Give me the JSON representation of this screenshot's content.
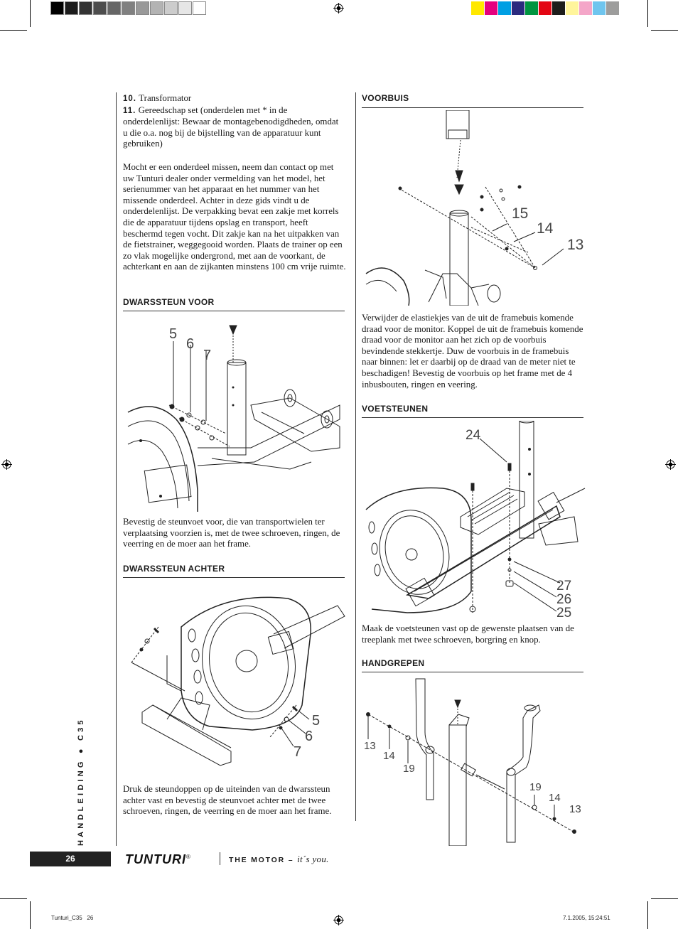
{
  "swatches": {
    "grays": [
      "#000000",
      "#1c1c1c",
      "#333333",
      "#4d4d4d",
      "#666666",
      "#808080",
      "#999999",
      "#b3b3b3",
      "#cccccc",
      "#e6e6e6",
      "#ffffff"
    ],
    "colors": [
      "#ffe800",
      "#e5007e",
      "#009fe3",
      "#2b2a7e",
      "#009540",
      "#e30613",
      "#1d1d1b",
      "#fff59b",
      "#f4a6c8",
      "#6fc5ee",
      "#9d9d9c"
    ]
  },
  "left_column": {
    "item10_num": "10.",
    "item10_text": "Transformator",
    "item11_num": "11.",
    "item11_text": "Gereedschap set (onderdelen met * in de onderdelenlijst: Bewaar de montagebenodigdheden, omdat u die o.a. nog bij de bijstelling van de apparatuur kunt gebruiken)",
    "intro_paragraph": "Mocht er een onderdeel missen, neem dan contact op met uw Tunturi dealer onder vermelding van het model, het serienummer van het apparaat en het nummer van het missende onderdeel. Achter in deze gids vindt u de onderdelenlijst. De verpakking bevat een zakje met korrels die de apparatuur tijdens opslag en transport, heeft beschermd tegen vocht. Dit zakje kan na het uitpakken van de fietstrainer, weggegooid worden. Plaats de trainer op een zo vlak mogelijke ondergrond, met aan de voorkant, de achterkant en aan de zijkanten minstens 100 cm vrije ruimte.",
    "dwarssteun_voor_heading": "DWARSSTEUN VOOR",
    "dwarssteun_voor_labels": [
      "5",
      "6",
      "7"
    ],
    "dwarssteun_voor_text": "Bevestig de steunvoet voor, die van transportwielen ter verplaatsing voorzien is, met de twee schroeven, ringen, de  veerring en de moer aan het frame.",
    "dwarssteun_achter_heading": "DWARSSTEUN ACHTER",
    "dwarssteun_achter_labels": [
      "5",
      "6",
      "7"
    ],
    "dwarssteun_achter_text": "Druk de steundoppen op de uiteinden van de dwarssteun achter vast en bevestig de steunvoet achter met de twee schroeven, ringen, de veerring en de moer aan het frame."
  },
  "right_column": {
    "voorbuis_heading": "VOORBUIS",
    "voorbuis_labels": [
      "15",
      "14",
      "13"
    ],
    "voorbuis_text": "Verwijder de elastiekjes van de uit de framebuis komende draad voor  de monitor. Koppel de uit de framebuis komende draad voor de monitor aan het zich op de voorbuis bevindende stekkertje. Duw de voorbuis in de framebuis naar binnen: let er daarbij op de draad van de meter niet te beschadigen! Bevestig de voorbuis op het frame met de 4 inbusbouten, ringen en veering.",
    "voetsteunen_heading": "VOETSTEUNEN",
    "voetsteunen_labels": [
      "24",
      "27",
      "26",
      "25"
    ],
    "voetsteunen_text": "Maak de voetsteunen vast op de gewenste plaatsen van de treeplank met twee schroeven, borgring en knop.",
    "handgrepen_heading": "HANDGREPEN",
    "handgrepen_labels_left": [
      "13",
      "14",
      "19"
    ],
    "handgrepen_labels_right": [
      "19",
      "14",
      "13"
    ]
  },
  "footer": {
    "sidebar_text": "HANDLEIDING ● C35",
    "page_number": "26",
    "brand": "TUNTURI",
    "brand_mark": "®",
    "motto_caps": "THE MOTOR",
    "motto_dash": "–",
    "motto_italic": "it´s you.",
    "file_info": "Tunturi_C35   26",
    "timestamp": "7.1.2005, 15:24:51"
  }
}
